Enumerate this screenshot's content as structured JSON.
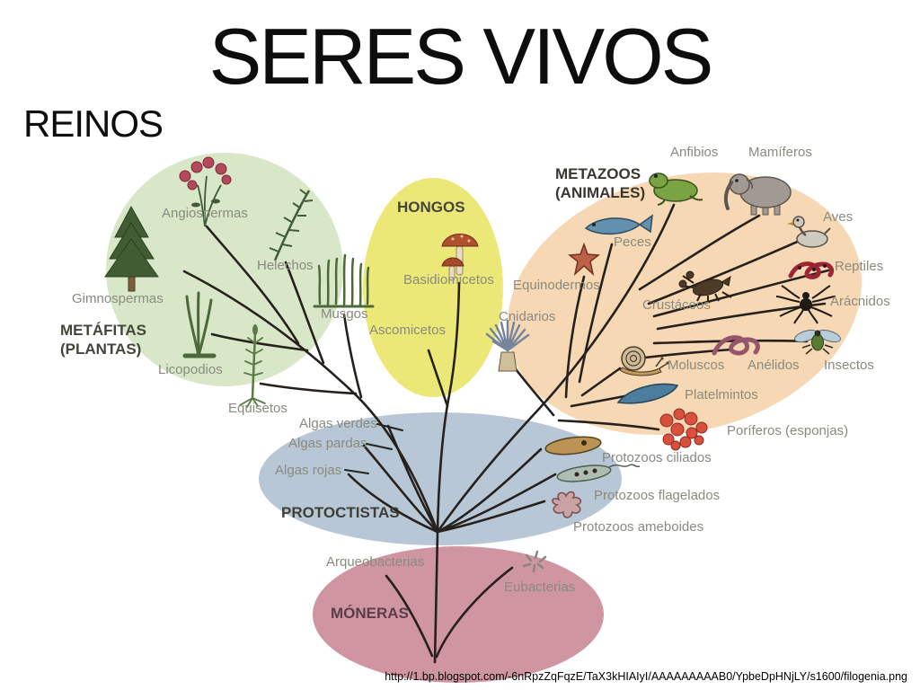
{
  "slide": {
    "title": "SERES VIVOS",
    "subtitle": "REINOS",
    "source_url": "http://1.bp.blogspot.com/-6nRpzZqFqzE/TaX3kHIAIyI/AAAAAAAAAB0/YpbeDpHNjLY/s1600/filogenia.png"
  },
  "diagram": {
    "type": "phylogenetic-tree",
    "branch_color": "#26211d",
    "label_color": "#8a8a7e",
    "kingdoms": [
      {
        "id": "metafitas",
        "label": "METÁFITAS\n(PLANTAS)",
        "color": "#d9e7c9"
      },
      {
        "id": "hongos",
        "label": "HONGOS",
        "color": "#ece878"
      },
      {
        "id": "metazoos",
        "label": "METAZOOS\n(ANIMALES)",
        "color": "#f6d9b4"
      },
      {
        "id": "protoctistas",
        "label": "PROTOCTISTAS",
        "color": "#b7c7d5"
      },
      {
        "id": "moneras",
        "label": "MÓNERAS",
        "color": "#cf96a2"
      }
    ],
    "taxa": [
      {
        "id": "angiospermas",
        "text": "Angiospermas"
      },
      {
        "id": "helechos",
        "text": "Helechos"
      },
      {
        "id": "gimnospermas",
        "text": "Gimnospermas"
      },
      {
        "id": "musgos",
        "text": "Musgos"
      },
      {
        "id": "licopodios",
        "text": "Licopodios"
      },
      {
        "id": "equisetos",
        "text": "Equisetos"
      },
      {
        "id": "basidiomicetos",
        "text": "Basidiomicetos"
      },
      {
        "id": "ascomicetos",
        "text": "Ascomicetos"
      },
      {
        "id": "anfibios",
        "text": "Anfibios"
      },
      {
        "id": "mamiferos",
        "text": "Mamíferos"
      },
      {
        "id": "aves",
        "text": "Aves"
      },
      {
        "id": "peces",
        "text": "Peces"
      },
      {
        "id": "reptiles",
        "text": "Reptiles"
      },
      {
        "id": "equinodermos",
        "text": "Equinodermos"
      },
      {
        "id": "crustaceos",
        "text": "Crustáceos"
      },
      {
        "id": "aracnidos",
        "text": "Arácnidos"
      },
      {
        "id": "cnidarios",
        "text": "Cnidarios"
      },
      {
        "id": "moluscos",
        "text": "Moluscos"
      },
      {
        "id": "anelidos",
        "text": "Anélidos"
      },
      {
        "id": "insectos",
        "text": "Insectos"
      },
      {
        "id": "platelmintos",
        "text": "Platelmintos"
      },
      {
        "id": "poriferos",
        "text": "Poríferos (esponjas)"
      },
      {
        "id": "algas_verdes",
        "text": "Algas verdes"
      },
      {
        "id": "algas_pardas",
        "text": "Algas pardas"
      },
      {
        "id": "algas_rojas",
        "text": "Algas rojas"
      },
      {
        "id": "protozoos_ciliados",
        "text": "Protozoos ciliados"
      },
      {
        "id": "protozoos_flagelados",
        "text": "Protozoos flagelados"
      },
      {
        "id": "protozoos_ameboides",
        "text": "Protozoos ameboides"
      },
      {
        "id": "arqueobacterias",
        "text": "Arqueobacterias"
      },
      {
        "id": "eubacterias",
        "text": "Eubacterias"
      }
    ],
    "icons": [
      "flowering-plant",
      "conifer-tree",
      "fern",
      "moss",
      "clubmoss",
      "horsetail",
      "mushrooms",
      "frog",
      "elephant",
      "duck",
      "snake",
      "spider",
      "fly",
      "fish",
      "starfish",
      "lobster",
      "snail",
      "segmented-worm",
      "sea-anemone",
      "flatworm",
      "sponge",
      "paramecium",
      "euglena",
      "amoeba",
      "bacteria-burst"
    ]
  }
}
